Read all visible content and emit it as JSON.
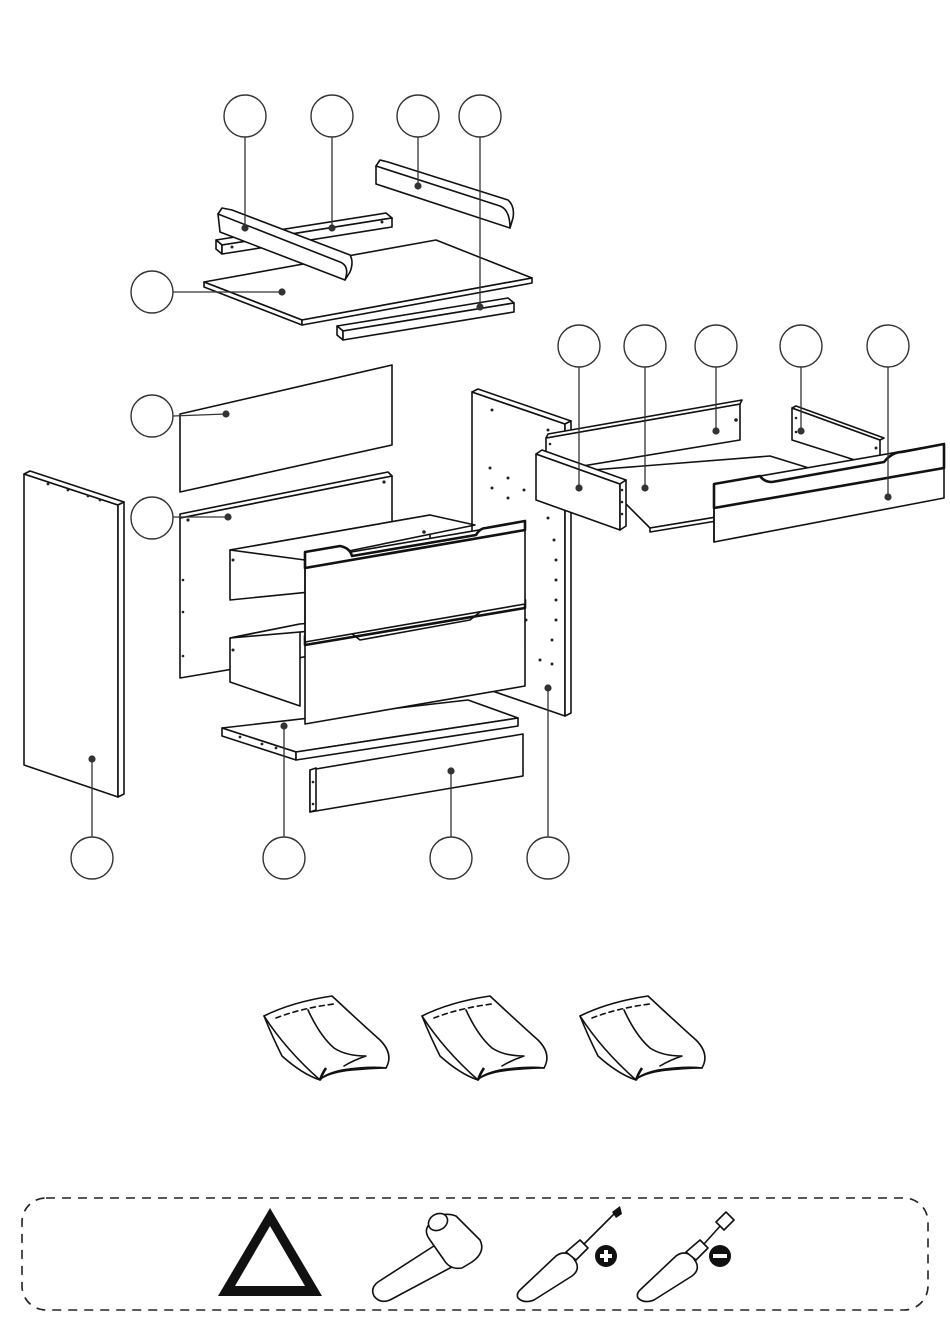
{
  "diagram": {
    "callouts": [
      {
        "id": "top-1",
        "label": ""
      },
      {
        "id": "top-2",
        "label": ""
      },
      {
        "id": "top-3",
        "label": ""
      },
      {
        "id": "top-4",
        "label": ""
      },
      {
        "id": "top-panel",
        "label": ""
      },
      {
        "id": "back-panel",
        "label": ""
      },
      {
        "id": "divider-panel",
        "label": ""
      },
      {
        "id": "drawer-1",
        "label": ""
      },
      {
        "id": "drawer-2",
        "label": ""
      },
      {
        "id": "drawer-3",
        "label": ""
      },
      {
        "id": "drawer-4",
        "label": ""
      },
      {
        "id": "drawer-5",
        "label": ""
      },
      {
        "id": "left-side",
        "label": ""
      },
      {
        "id": "bottom-panel",
        "label": ""
      },
      {
        "id": "plinth",
        "label": ""
      },
      {
        "id": "right-side",
        "label": ""
      }
    ],
    "hardware_bags": 3,
    "tools": [
      {
        "name": "warning-triangle-icon"
      },
      {
        "name": "rubber-mallet-icon"
      },
      {
        "name": "phillips-screwdriver-icon",
        "badge": "plus"
      },
      {
        "name": "flathead-screwdriver-icon",
        "badge": "minus"
      }
    ]
  }
}
